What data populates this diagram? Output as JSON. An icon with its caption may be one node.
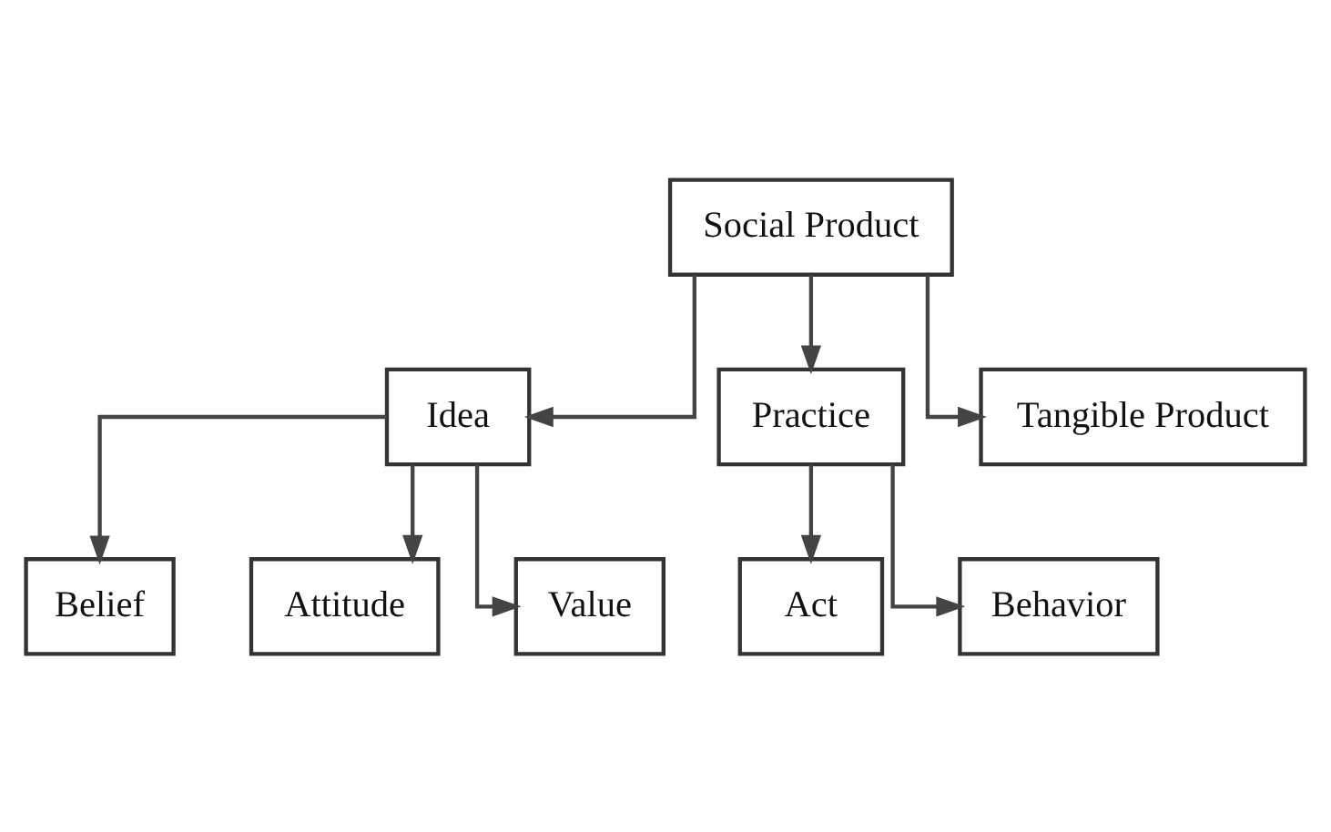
{
  "diagram": {
    "nodes": [
      {
        "text": [
          "Social Product"
        ]
      },
      {
        "text": [
          "Idea"
        ]
      },
      {
        "text": [
          "Practice"
        ]
      },
      {
        "text": [
          "Tangible Product"
        ]
      },
      {
        "text": [
          "Belief"
        ]
      },
      {
        "text": [
          "Attitude"
        ]
      },
      {
        "text": [
          "Value"
        ]
      },
      {
        "text": [
          "Act"
        ]
      },
      {
        "text": [
          "Behavior"
        ]
      }
    ],
    "edges": [
      {
        "from": 0,
        "to": 1,
        "arrow": "to"
      },
      {
        "from": 0,
        "to": 2,
        "arrow": "to"
      },
      {
        "from": 0,
        "to": 3,
        "arrow": "to"
      },
      {
        "from": 1,
        "to": 4,
        "arrow": "to"
      },
      {
        "from": 1,
        "to": 5,
        "arrow": "to"
      },
      {
        "from": 1,
        "to": 6,
        "arrow": "to"
      },
      {
        "from": 2,
        "to": 7,
        "arrow": "to"
      },
      {
        "from": 2,
        "to": 8,
        "arrow": "to"
      }
    ]
  }
}
